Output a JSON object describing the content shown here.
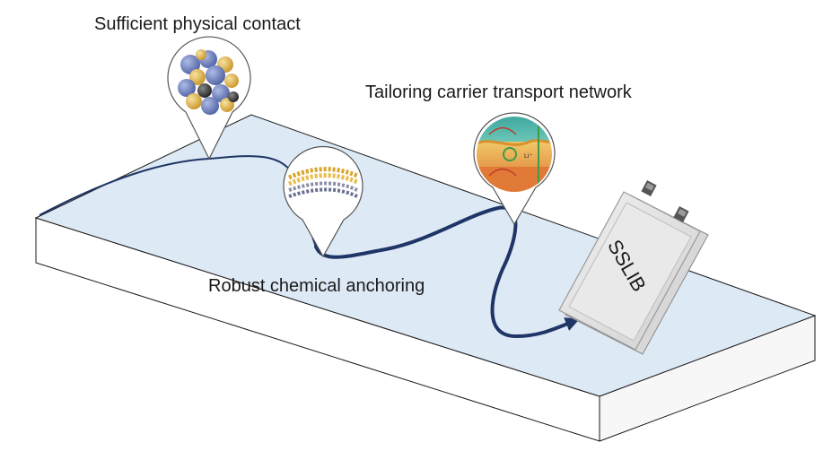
{
  "labels": {
    "physical_contact": "Sufficient physical contact",
    "transport_network": "Tailoring carrier transport network",
    "chemical_anchoring": "Robust chemical anchoring",
    "battery": "SSLIB",
    "li_ion": "Li⁺"
  },
  "colors": {
    "slab_top": "#dde9f5",
    "slab_side": "#ffffff",
    "path": "#1e3566",
    "particle_blue": "#6a7dba",
    "particle_gold": "#e8bd4c",
    "particle_dark": "#3a3a3a",
    "battery_body": "#e6e6e6"
  },
  "icons": {
    "physical_contact": "particle-cluster-icon",
    "chemical_anchoring": "layered-sheet-icon",
    "transport_network": "carrier-transport-icon",
    "battery": "pouch-cell-icon"
  }
}
